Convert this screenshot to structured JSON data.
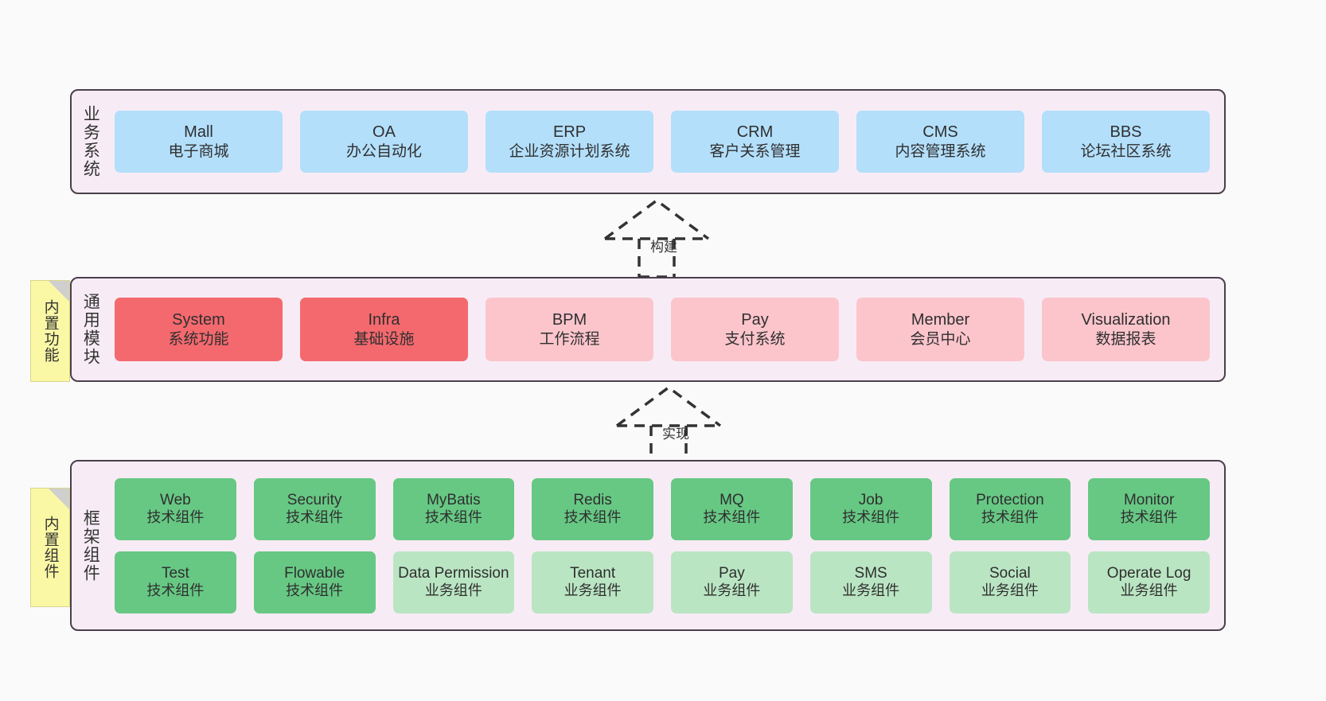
{
  "diagram": {
    "layers": [
      {
        "id": "business",
        "title": "业务系统",
        "rows": [
          {
            "cells": [
              {
                "en": "Mall",
                "cn": "电子商城",
                "style": "blue"
              },
              {
                "en": "OA",
                "cn": "办公自动化",
                "style": "blue"
              },
              {
                "en": "ERP",
                "cn": "企业资源计划系统",
                "style": "blue"
              },
              {
                "en": "CRM",
                "cn": "客户关系管理",
                "style": "blue"
              },
              {
                "en": "CMS",
                "cn": "内容管理系统",
                "style": "blue"
              },
              {
                "en": "BBS",
                "cn": "论坛社区系统",
                "style": "blue"
              }
            ]
          }
        ]
      },
      {
        "id": "modules",
        "title": "通用模块",
        "rows": [
          {
            "cells": [
              {
                "en": "System",
                "cn": "系统功能",
                "style": "red"
              },
              {
                "en": "Infra",
                "cn": "基础设施",
                "style": "red"
              },
              {
                "en": "BPM",
                "cn": "工作流程",
                "style": "pink"
              },
              {
                "en": "Pay",
                "cn": "支付系统",
                "style": "pink"
              },
              {
                "en": "Member",
                "cn": "会员中心",
                "style": "pink"
              },
              {
                "en": "Visualization",
                "cn": "数据报表",
                "style": "pink"
              }
            ]
          }
        ]
      },
      {
        "id": "framework",
        "title": "框架组件",
        "rows": [
          {
            "cells": [
              {
                "en": "Web",
                "cn": "技术组件",
                "style": "green"
              },
              {
                "en": "Security",
                "cn": "技术组件",
                "style": "green"
              },
              {
                "en": "MyBatis",
                "cn": "技术组件",
                "style": "green"
              },
              {
                "en": "Redis",
                "cn": "技术组件",
                "style": "green"
              },
              {
                "en": "MQ",
                "cn": "技术组件",
                "style": "green"
              },
              {
                "en": "Job",
                "cn": "技术组件",
                "style": "green"
              },
              {
                "en": "Protection",
                "cn": "技术组件",
                "style": "green"
              },
              {
                "en": "Monitor",
                "cn": "技术组件",
                "style": "green"
              }
            ]
          },
          {
            "cells": [
              {
                "en": "Test",
                "cn": "技术组件",
                "style": "green"
              },
              {
                "en": "Flowable",
                "cn": "技术组件",
                "style": "green"
              },
              {
                "en": "Data Permission",
                "cn": "业务组件",
                "style": "lgreen"
              },
              {
                "en": "Tenant",
                "cn": "业务组件",
                "style": "lgreen"
              },
              {
                "en": "Pay",
                "cn": "业务组件",
                "style": "lgreen"
              },
              {
                "en": "SMS",
                "cn": "业务组件",
                "style": "lgreen"
              },
              {
                "en": "Social",
                "cn": "业务组件",
                "style": "lgreen"
              },
              {
                "en": "Operate Log",
                "cn": "业务组件",
                "style": "lgreen"
              }
            ]
          }
        ]
      }
    ],
    "notes": [
      {
        "id": "functions",
        "text": "内置功能"
      },
      {
        "id": "components",
        "text": "内置组件"
      }
    ],
    "arrows": [
      {
        "id": "build",
        "label": "构建"
      },
      {
        "id": "impl",
        "label": "实现"
      }
    ],
    "colors": {
      "canvas_background": "#fafafa",
      "layer_background": "#f7ecf5",
      "layer_border": "#4a3f4b",
      "blue": "#b3dffb",
      "red": "#f4696e",
      "pink": "#fcc5cc",
      "green": "#67c884",
      "light_green": "#bae5c3",
      "note_yellow": "#fbf8a5",
      "note_fold": "#cfcfcf",
      "text": "#2f2f2f",
      "arrow_stroke": "#333333"
    }
  }
}
